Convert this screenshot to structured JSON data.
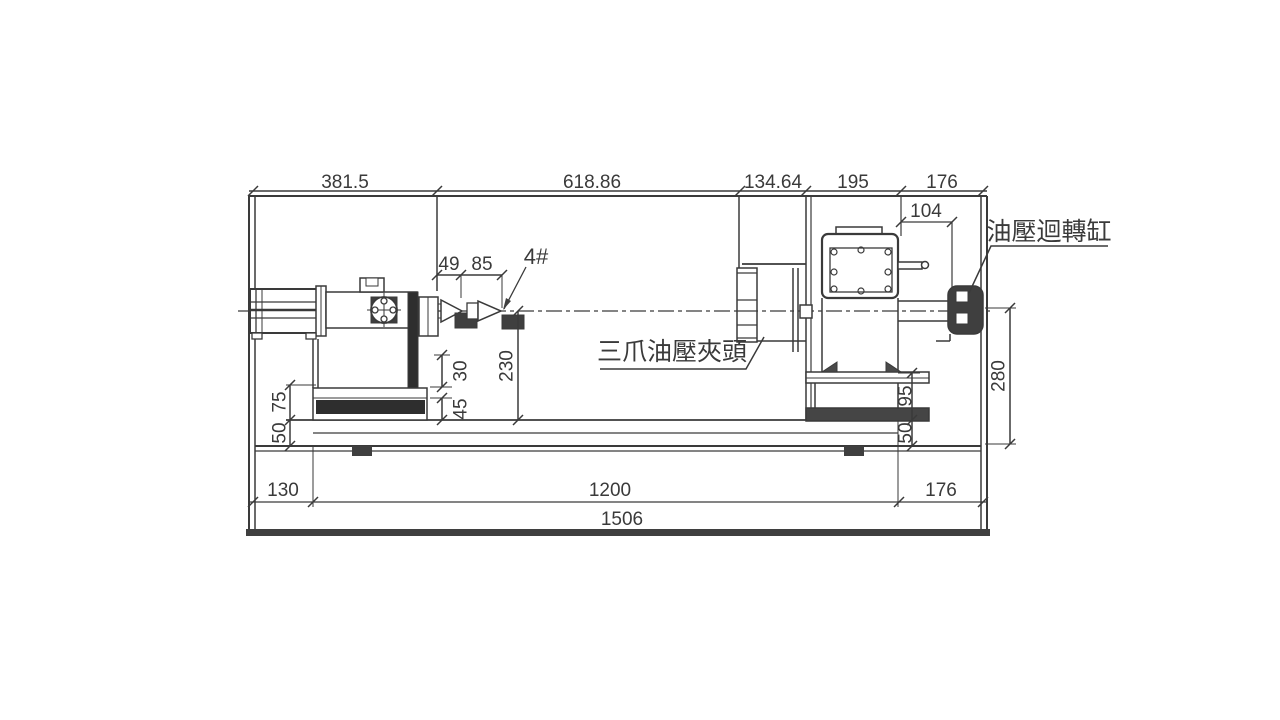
{
  "meta": {
    "type": "machine-layout-cad-drawing",
    "units": "mm"
  },
  "colors": {
    "line": "#3a3a3a",
    "background": "#ffffff"
  },
  "labels": {
    "chuck": "三爪油壓夾頭",
    "rotary_cylinder": "油壓迴轉缸",
    "center_taper": "4#"
  },
  "dimensions": {
    "top": [
      "381.5",
      "618.86",
      "134.64",
      "195",
      "176"
    ],
    "headstock_width": "104",
    "quill": [
      "49",
      "85"
    ],
    "left_heights": [
      "75",
      "50"
    ],
    "tailstock_heights": [
      "30",
      "45"
    ],
    "center_height": "230",
    "right_heights": [
      "95",
      "50"
    ],
    "spindle_height": "280",
    "bottom": [
      "130",
      "1200",
      "176"
    ],
    "overall_length": "1506"
  }
}
